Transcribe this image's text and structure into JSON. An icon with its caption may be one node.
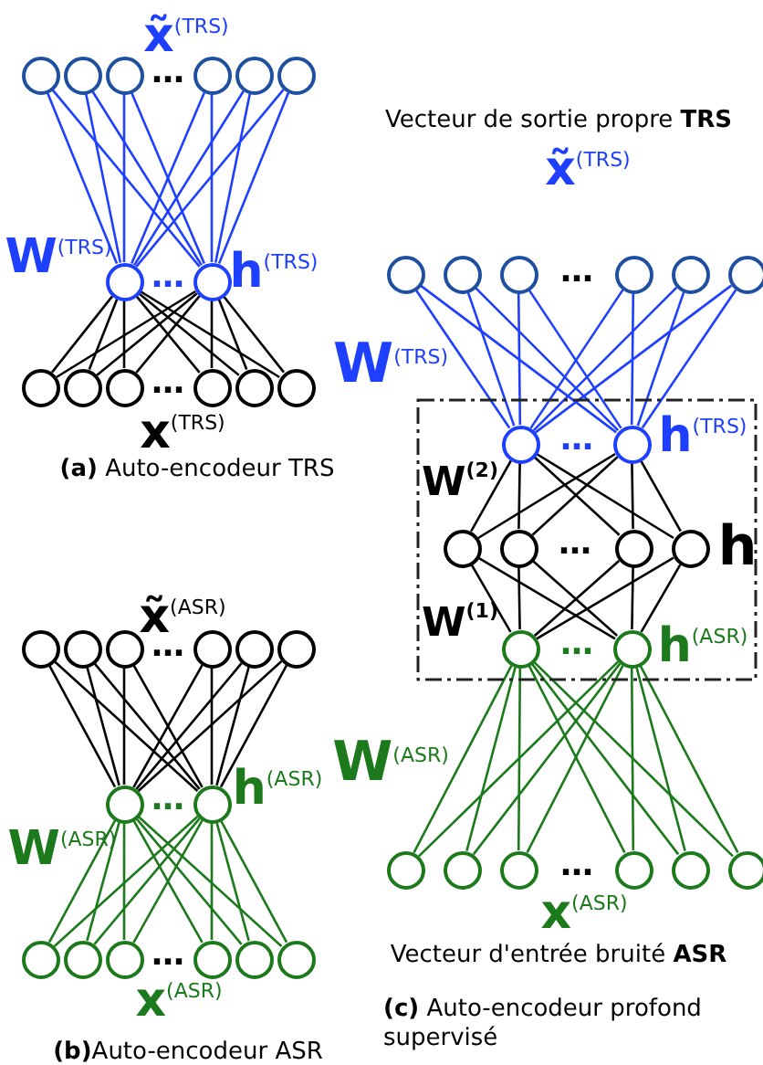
{
  "diagram": {
    "nodes": [
      {
        "text": [],
        "shape": "circle"
      },
      {
        "text": [],
        "shape": "circle"
      },
      {
        "text": [],
        "shape": "circle"
      },
      {
        "text": [],
        "shape": "circle"
      },
      {
        "text": [],
        "shape": "circle"
      },
      {
        "text": [],
        "shape": "circle"
      },
      {
        "text": [],
        "shape": "circle"
      },
      {
        "text": [],
        "shape": "circle"
      },
      {
        "text": [],
        "shape": "circle"
      },
      {
        "text": [],
        "shape": "circle"
      },
      {
        "text": [],
        "shape": "circle"
      },
      {
        "text": [],
        "shape": "circle"
      },
      {
        "text": [],
        "shape": "circle"
      },
      {
        "text": [],
        "shape": "circle"
      },
      {
        "text": [],
        "shape": "circle"
      },
      {
        "text": [],
        "shape": "circle"
      },
      {
        "text": [],
        "shape": "circle"
      },
      {
        "text": [],
        "shape": "circle"
      },
      {
        "text": [],
        "shape": "circle"
      },
      {
        "text": [],
        "shape": "circle"
      },
      {
        "text": [],
        "shape": "circle"
      },
      {
        "text": [],
        "shape": "circle"
      },
      {
        "text": [],
        "shape": "circle"
      },
      {
        "text": [],
        "shape": "circle"
      },
      {
        "text": [],
        "shape": "circle"
      },
      {
        "text": [],
        "shape": "circle"
      },
      {
        "text": [],
        "shape": "circle"
      },
      {
        "text": [],
        "shape": "circle"
      },
      {
        "text": [],
        "shape": "circle"
      },
      {
        "text": [],
        "shape": "circle"
      },
      {
        "text": [],
        "shape": "circle"
      },
      {
        "text": [],
        "shape": "circle"
      },
      {
        "text": [],
        "shape": "circle"
      },
      {
        "text": [],
        "shape": "circle"
      },
      {
        "text": [],
        "shape": "box"
      },
      {
        "text": [],
        "shape": "circle",
        "in": 34
      },
      {
        "text": [],
        "shape": "circle",
        "in": 34
      },
      {
        "text": [],
        "shape": "circle",
        "in": 34
      },
      {
        "text": [],
        "shape": "circle",
        "in": 34
      },
      {
        "text": [],
        "shape": "circle",
        "in": 34
      },
      {
        "text": [],
        "shape": "circle",
        "in": 34
      },
      {
        "text": [],
        "shape": "circle",
        "in": 34
      },
      {
        "text": [],
        "shape": "circle",
        "in": 34
      },
      {
        "text": [],
        "shape": "circle"
      },
      {
        "text": [],
        "shape": "circle"
      },
      {
        "text": [],
        "shape": "circle"
      },
      {
        "text": [],
        "shape": "circle"
      },
      {
        "text": [],
        "shape": "circle"
      },
      {
        "text": [],
        "shape": "circle"
      }
    ],
    "edges": [
      {
        "from": 0,
        "to": 6,
        "arrow": "none",
        "color": "#1f3fff"
      },
      {
        "from": 0,
        "to": 7,
        "arrow": "none",
        "color": "#1f3fff"
      },
      {
        "from": 1,
        "to": 6,
        "arrow": "none",
        "color": "#1f3fff"
      },
      {
        "from": 1,
        "to": 7,
        "arrow": "none",
        "color": "#1f3fff"
      },
      {
        "from": 2,
        "to": 6,
        "arrow": "none",
        "color": "#1f3fff"
      },
      {
        "from": 2,
        "to": 7,
        "arrow": "none",
        "color": "#1f3fff"
      },
      {
        "from": 3,
        "to": 6,
        "arrow": "none",
        "color": "#1f3fff"
      },
      {
        "from": 3,
        "to": 7,
        "arrow": "none",
        "color": "#1f3fff"
      },
      {
        "from": 4,
        "to": 6,
        "arrow": "none",
        "color": "#1f3fff"
      },
      {
        "from": 4,
        "to": 7,
        "arrow": "none",
        "color": "#1f3fff"
      },
      {
        "from": 5,
        "to": 6,
        "arrow": "none",
        "color": "#1f3fff"
      },
      {
        "from": 5,
        "to": 7,
        "arrow": "none",
        "color": "#1f3fff"
      },
      {
        "from": 6,
        "to": 8,
        "arrow": "none"
      },
      {
        "from": 6,
        "to": 9,
        "arrow": "none"
      },
      {
        "from": 6,
        "to": 10,
        "arrow": "none"
      },
      {
        "from": 6,
        "to": 11,
        "arrow": "none"
      },
      {
        "from": 6,
        "to": 12,
        "arrow": "none"
      },
      {
        "from": 6,
        "to": 13,
        "arrow": "none"
      },
      {
        "from": 7,
        "to": 8,
        "arrow": "none"
      },
      {
        "from": 7,
        "to": 9,
        "arrow": "none"
      },
      {
        "from": 7,
        "to": 10,
        "arrow": "none"
      },
      {
        "from": 7,
        "to": 11,
        "arrow": "none"
      },
      {
        "from": 7,
        "to": 12,
        "arrow": "none"
      },
      {
        "from": 7,
        "to": 13,
        "arrow": "none"
      },
      {
        "from": 14,
        "to": 20,
        "arrow": "none"
      },
      {
        "from": 14,
        "to": 21,
        "arrow": "none"
      },
      {
        "from": 15,
        "to": 20,
        "arrow": "none"
      },
      {
        "from": 15,
        "to": 21,
        "arrow": "none"
      },
      {
        "from": 16,
        "to": 20,
        "arrow": "none"
      },
      {
        "from": 16,
        "to": 21,
        "arrow": "none"
      },
      {
        "from": 17,
        "to": 20,
        "arrow": "none"
      },
      {
        "from": 17,
        "to": 21,
        "arrow": "none"
      },
      {
        "from": 18,
        "to": 20,
        "arrow": "none"
      },
      {
        "from": 18,
        "to": 21,
        "arrow": "none"
      },
      {
        "from": 19,
        "to": 20,
        "arrow": "none"
      },
      {
        "from": 19,
        "to": 21,
        "arrow": "none"
      },
      {
        "from": 20,
        "to": 22,
        "arrow": "none",
        "color": "#1c7a1c"
      },
      {
        "from": 20,
        "to": 23,
        "arrow": "none",
        "color": "#1c7a1c"
      },
      {
        "from": 20,
        "to": 24,
        "arrow": "none",
        "color": "#1c7a1c"
      },
      {
        "from": 20,
        "to": 25,
        "arrow": "none",
        "color": "#1c7a1c"
      },
      {
        "from": 20,
        "to": 26,
        "arrow": "none",
        "color": "#1c7a1c"
      },
      {
        "from": 20,
        "to": 27,
        "arrow": "none",
        "color": "#1c7a1c"
      },
      {
        "from": 21,
        "to": 22,
        "arrow": "none",
        "color": "#1c7a1c"
      },
      {
        "from": 21,
        "to": 23,
        "arrow": "none",
        "color": "#1c7a1c"
      },
      {
        "from": 21,
        "to": 24,
        "arrow": "none",
        "color": "#1c7a1c"
      },
      {
        "from": 21,
        "to": 25,
        "arrow": "none",
        "color": "#1c7a1c"
      },
      {
        "from": 21,
        "to": 26,
        "arrow": "none",
        "color": "#1c7a1c"
      },
      {
        "from": 21,
        "to": 27,
        "arrow": "none",
        "color": "#1c7a1c"
      },
      {
        "from": 28,
        "to": 35,
        "arrow": "none",
        "color": "#1f3fff"
      },
      {
        "from": 28,
        "to": 36,
        "arrow": "none",
        "color": "#1f3fff"
      },
      {
        "from": 29,
        "to": 35,
        "arrow": "none",
        "color": "#1f3fff"
      },
      {
        "from": 29,
        "to": 36,
        "arrow": "none",
        "color": "#1f3fff"
      },
      {
        "from": 30,
        "to": 35,
        "arrow": "none",
        "color": "#1f3fff"
      },
      {
        "from": 30,
        "to": 36,
        "arrow": "none",
        "color": "#1f3fff"
      },
      {
        "from": 31,
        "to": 35,
        "arrow": "none",
        "color": "#1f3fff"
      },
      {
        "from": 31,
        "to": 36,
        "arrow": "none",
        "color": "#1f3fff"
      },
      {
        "from": 32,
        "to": 35,
        "arrow": "none",
        "color": "#1f3fff"
      },
      {
        "from": 32,
        "to": 36,
        "arrow": "none",
        "color": "#1f3fff"
      },
      {
        "from": 33,
        "to": 35,
        "arrow": "none",
        "color": "#1f3fff"
      },
      {
        "from": 33,
        "to": 36,
        "arrow": "none",
        "color": "#1f3fff"
      },
      {
        "from": 35,
        "to": 37,
        "arrow": "none"
      },
      {
        "from": 35,
        "to": 38,
        "arrow": "none"
      },
      {
        "from": 35,
        "to": 39,
        "arrow": "none"
      },
      {
        "from": 35,
        "to": 40,
        "arrow": "none"
      },
      {
        "from": 36,
        "to": 37,
        "arrow": "none"
      },
      {
        "from": 36,
        "to": 38,
        "arrow": "none"
      },
      {
        "from": 36,
        "to": 39,
        "arrow": "none"
      },
      {
        "from": 36,
        "to": 40,
        "arrow": "none"
      },
      {
        "from": 37,
        "to": 41,
        "arrow": "none"
      },
      {
        "from": 37,
        "to": 42,
        "arrow": "none"
      },
      {
        "from": 38,
        "to": 41,
        "arrow": "none"
      },
      {
        "from": 38,
        "to": 42,
        "arrow": "none"
      },
      {
        "from": 39,
        "to": 41,
        "arrow": "none"
      },
      {
        "from": 39,
        "to": 42,
        "arrow": "none"
      },
      {
        "from": 40,
        "to": 41,
        "arrow": "none"
      },
      {
        "from": 40,
        "to": 42,
        "arrow": "none"
      },
      {
        "from": 41,
        "to": 43,
        "arrow": "none",
        "color": "#1c7a1c"
      },
      {
        "from": 41,
        "to": 44,
        "arrow": "none",
        "color": "#1c7a1c"
      },
      {
        "from": 41,
        "to": 45,
        "arrow": "none",
        "color": "#1c7a1c"
      },
      {
        "from": 41,
        "to": 46,
        "arrow": "none",
        "color": "#1c7a1c"
      },
      {
        "from": 41,
        "to": 47,
        "arrow": "none",
        "color": "#1c7a1c"
      },
      {
        "from": 41,
        "to": 48,
        "arrow": "none",
        "color": "#1c7a1c"
      },
      {
        "from": 42,
        "to": 43,
        "arrow": "none",
        "color": "#1c7a1c"
      },
      {
        "from": 42,
        "to": 44,
        "arrow": "none",
        "color": "#1c7a1c"
      },
      {
        "from": 42,
        "to": 45,
        "arrow": "none",
        "color": "#1c7a1c"
      },
      {
        "from": 42,
        "to": 46,
        "arrow": "none",
        "color": "#1c7a1c"
      },
      {
        "from": 42,
        "to": 47,
        "arrow": "none",
        "color": "#1c7a1c"
      },
      {
        "from": 42,
        "to": 48,
        "arrow": "none",
        "color": "#1c7a1c"
      }
    ],
    "labels": [
      "x̃$^{(TRS)}$",
      "…",
      "W$^{(TRS)}$",
      "…",
      "h$^{(TRS)}$",
      "…",
      "x$^{(TRS)}$",
      "**(a)** Auto-encodeur TRS",
      "x̃$^{(ASR)}$",
      "…",
      "h$^{(ASR)}$",
      "…",
      "W$^{(ASR)}$",
      "…",
      "x$^{(ASR)}$",
      "**(b)**Auto-encodeur ASR",
      "Vecteur de sortie propre **TRS**",
      "x̃$^{(TRS)}$",
      "…",
      "W$^{(TRS)}$",
      "…",
      "h$^{(TRS)}$",
      "W$^{(2)}$",
      "h",
      "…",
      "W$^{(1)}$",
      "…",
      "h$^{(ASR)}$",
      "W$^{(ASR)}$",
      "…",
      "x$^{(ASR)}$",
      "Vecteur d'entrée bruité **ASR**",
      "**(c)** Auto-encodeur profond supervisé"
    ]
  }
}
